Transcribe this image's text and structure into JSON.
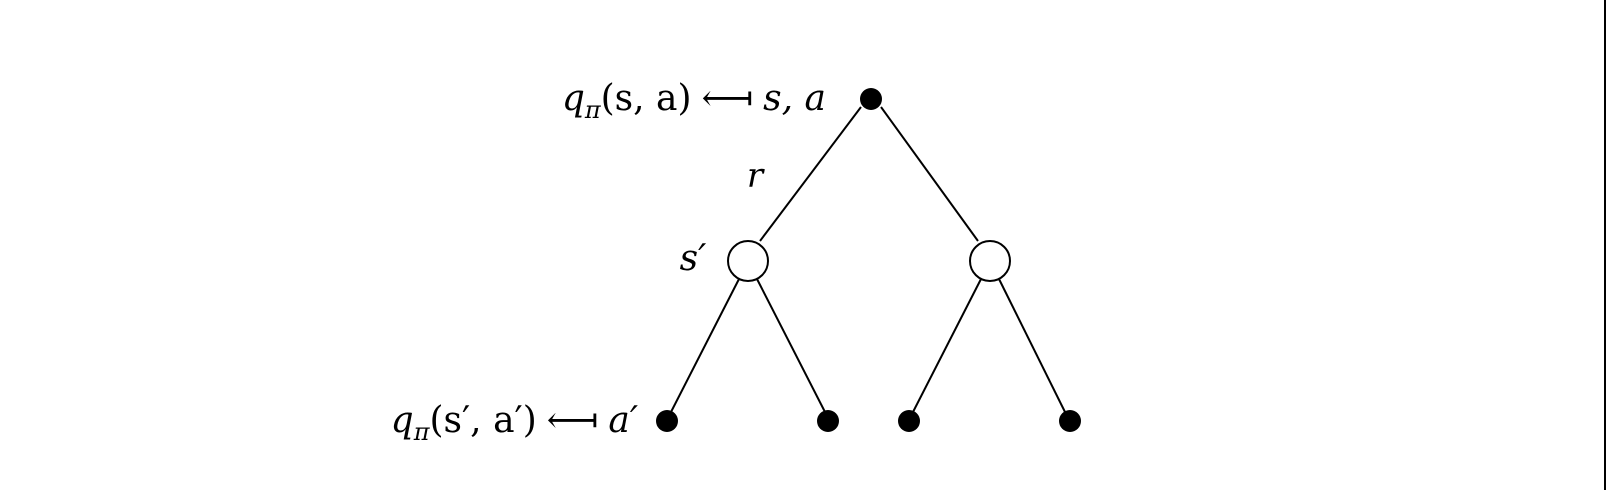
{
  "diagram": {
    "root_label": {
      "func": "q",
      "sub": "π",
      "args": "(s, a)",
      "arrow": "⟻",
      "target": "s, a"
    },
    "edge_label": "r",
    "state_label": "s′",
    "leaf_label": {
      "func": "q",
      "sub": "π",
      "args": "(s′, a′)",
      "arrow": "⟻",
      "target": "a′"
    },
    "colors": {
      "line": "#000000",
      "action_node_fill": "#000000",
      "state_node_fill": "#ffffff",
      "background": "#ffffff"
    }
  }
}
